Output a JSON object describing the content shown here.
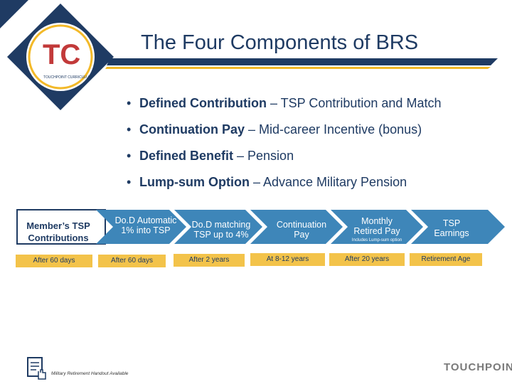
{
  "slide": {
    "title": "The Four Components of BRS",
    "logo": {
      "letters": "TC",
      "caption": "TOUCHPOINT CURRICULUM",
      "accent": "#f3b928"
    },
    "bullets": [
      {
        "bold": "Defined Contribution",
        "rest": " – TSP Contribution and Match"
      },
      {
        "bold": "Continuation Pay",
        "rest": " – Mid-career Incentive (bonus)"
      },
      {
        "bold": "Defined Benefit",
        "rest": " – Pension"
      },
      {
        "bold": "Lump-sum Option",
        "rest": " – Advance Military Pension"
      }
    ],
    "timeline": [
      {
        "label": "Member’s TSP Contributions",
        "timing": "After 60 days"
      },
      {
        "label": "Do.D Automatic 1% into TSP",
        "timing": "After 60 days"
      },
      {
        "label": "Do.D matching TSP up to 4%",
        "timing": "After 2 years"
      },
      {
        "label": "Continuation Pay",
        "timing": "At 8-12 years"
      },
      {
        "label": "Monthly Retired Pay",
        "sub": "Includes Lump-sum option",
        "timing": "After 20 years"
      },
      {
        "label": "TSP Earnings",
        "timing": "Retirement Age"
      }
    ],
    "footer_note": "Military Retirement Handout Available",
    "brand": "TOUCHPOINT",
    "colors": {
      "navy": "#1f3b63",
      "teal": "#3e86b9",
      "gold": "#f3c34a"
    }
  }
}
